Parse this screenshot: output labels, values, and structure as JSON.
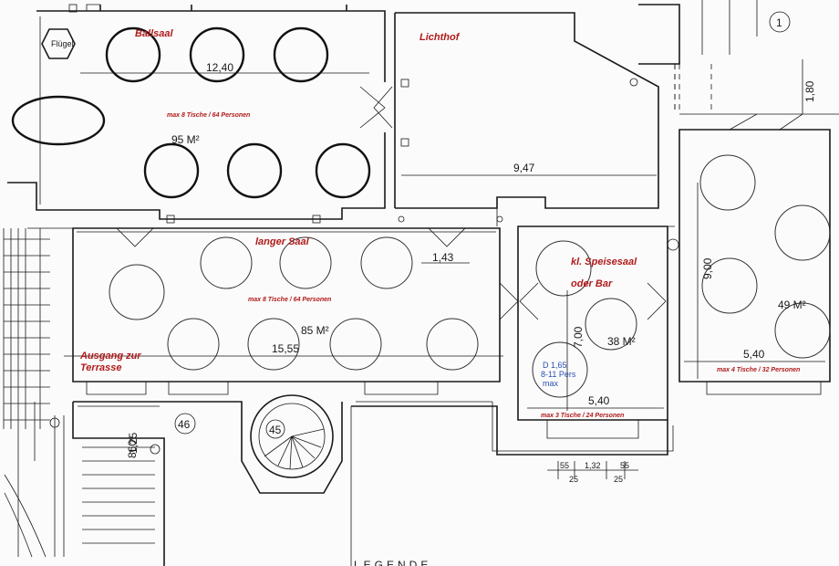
{
  "rooms": {
    "ballsaal": {
      "name": "Ballsaal",
      "capacity": "max 8 Tische / 64 Personen",
      "area": "95 M²",
      "dimension": "12,40"
    },
    "lichthof": {
      "name": "Lichthof",
      "dimension": "9,47"
    },
    "langer_saal": {
      "name": "langer Saal",
      "capacity": "max 8 Tische / 64 Personen",
      "area": "85 M²",
      "dimension": "15,55",
      "small_dimension": "1,43"
    },
    "speisesaal": {
      "name_line1": "kl. Speisesaal",
      "name_line2": "oder Bar",
      "area": "38 M²",
      "height_dimension": "7,00",
      "width_dimension": "5,40",
      "capacity": "max 3 Tische / 24 Personen"
    },
    "right_room": {
      "area": "49 M²",
      "height_dimension": "9,00",
      "width_dimension": "5,40",
      "capacity": "max 4 Tische / 32 Personen",
      "top_dimension": "1,80"
    },
    "terrasse": {
      "line1": "Ausgang zur",
      "line2": "Terrasse"
    }
  },
  "table_note": {
    "line1": "D 1,65",
    "line2": "8-11 Pers",
    "line3": "max"
  },
  "misc": {
    "fluegel": "Flügel",
    "marker_1": "1",
    "marker_45": "45",
    "marker_46": "46",
    "dim_125": "1,25",
    "dim_860": "860",
    "dim_55a": "55",
    "dim_132": "1,32",
    "dim_55b": "55",
    "dim_25a": "25",
    "dim_25b": "25",
    "legend": "LEGENDE"
  },
  "colors": {
    "label_red": "#b01a1a",
    "note_blue": "#2a4fb0",
    "ink": "#1a1a1a"
  }
}
